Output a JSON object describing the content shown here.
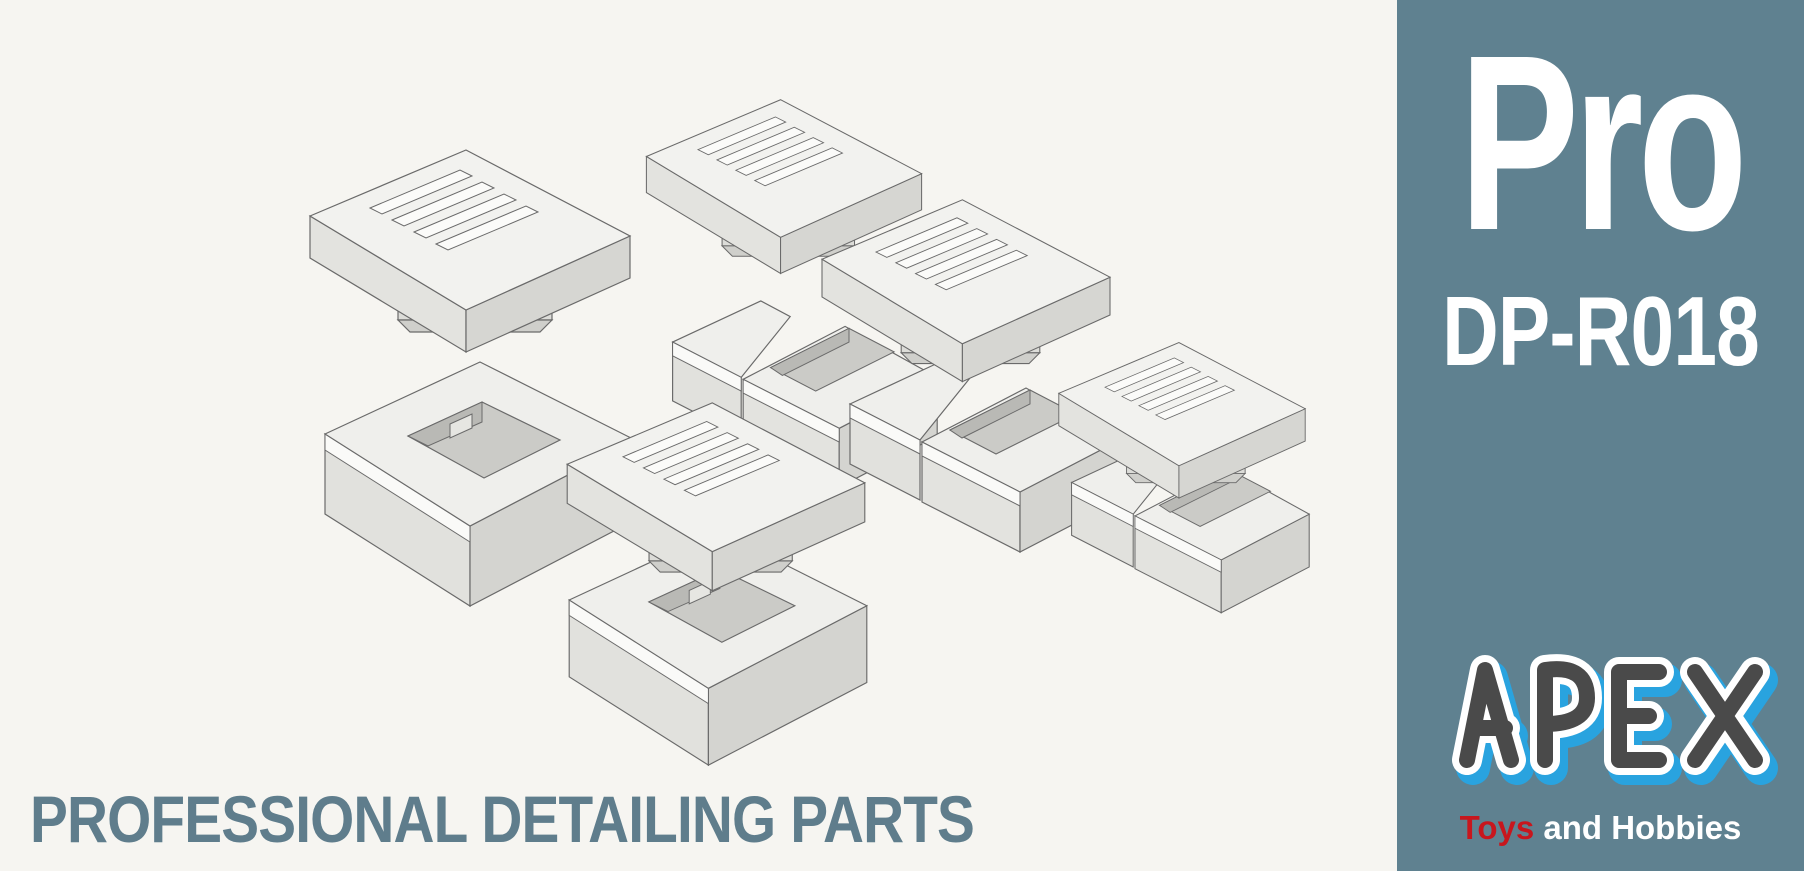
{
  "tagline": "PROFESSIONAL DETAILING PARTS",
  "brand": {
    "title": "Pro",
    "code": "DP-R018",
    "logo_text": "APEX",
    "tagline_part1": "Toys",
    "tagline_part2": "and Hobbies"
  },
  "colors": {
    "panel": "#5f8190",
    "tagline_text": "#5f7d8c",
    "accent_red": "#c8161d",
    "logo_gray": "#4a4a4a",
    "logo_blue": "#29a3df",
    "background": "#f6f5f1"
  }
}
